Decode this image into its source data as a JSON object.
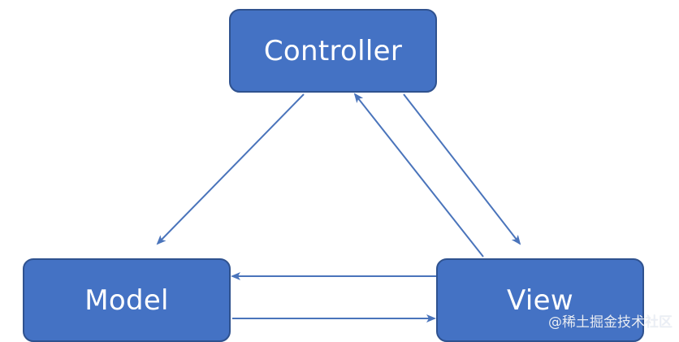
{
  "diagram": {
    "nodes": {
      "controller": "Controller",
      "model": "Model",
      "view": "View"
    },
    "colors": {
      "node_fill": "#4472c4",
      "node_border": "#2f528f",
      "arrow": "#4a74bb",
      "text": "#ffffff"
    },
    "edges": [
      {
        "from": "Controller",
        "to": "Model"
      },
      {
        "from": "Controller",
        "to": "View"
      },
      {
        "from": "View",
        "to": "Controller"
      },
      {
        "from": "View",
        "to": "Model"
      },
      {
        "from": "Model",
        "to": "View"
      }
    ]
  },
  "watermark": "@稀土掘金技术社区"
}
